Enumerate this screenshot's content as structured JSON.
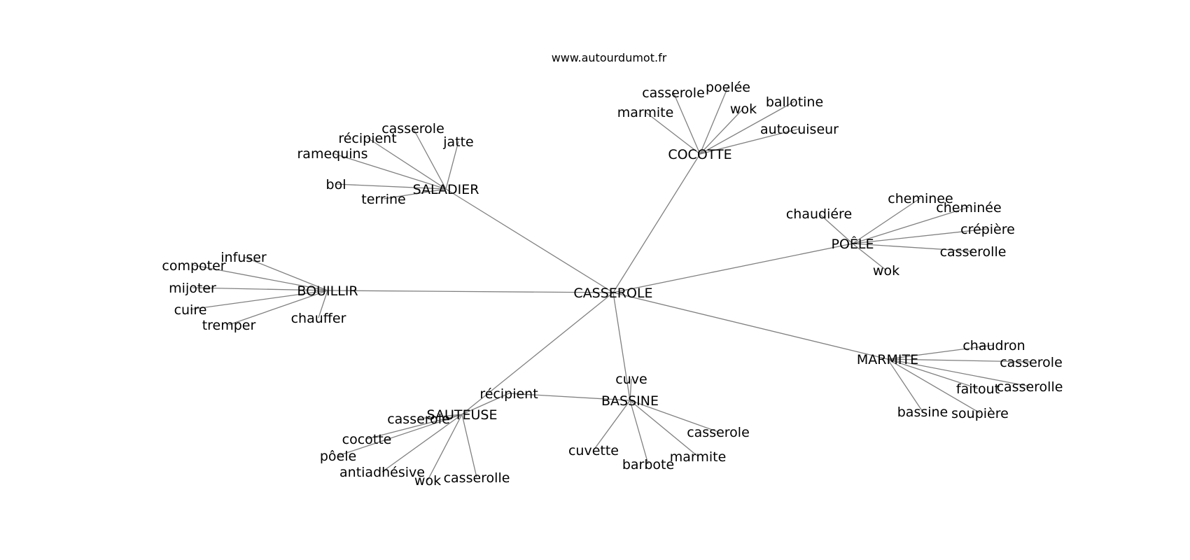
{
  "site": "www.autourdumot.fr",
  "colors": {
    "edge": "#808080",
    "text": "#000000",
    "background": "#ffffff"
  },
  "graph": {
    "nodes": [
      {
        "id": "casserole_root",
        "label": "CASSEROLE"
      },
      {
        "id": "cocotte",
        "label": "COCOTTE"
      },
      {
        "id": "saladier",
        "label": "SALADIER"
      },
      {
        "id": "poele_hub",
        "label": "POÊLE"
      },
      {
        "id": "bouillir",
        "label": "BOUILLIR"
      },
      {
        "id": "marmite_hub",
        "label": "MARMITE"
      },
      {
        "id": "bassine_hub",
        "label": "BASSINE"
      },
      {
        "id": "sauteuse",
        "label": "SAUTEUSE"
      },
      {
        "id": "recipient_link",
        "label": "récipient"
      },
      {
        "id": "coc_marmite",
        "label": "marmite"
      },
      {
        "id": "coc_casserole",
        "label": "casserole"
      },
      {
        "id": "coc_poelee",
        "label": "poelée"
      },
      {
        "id": "coc_wok",
        "label": "wok"
      },
      {
        "id": "coc_ballotine",
        "label": "ballotine"
      },
      {
        "id": "coc_autocuiseur",
        "label": "autocuiseur"
      },
      {
        "id": "sal_casserole",
        "label": "casserole"
      },
      {
        "id": "sal_recipient",
        "label": "récipient"
      },
      {
        "id": "sal_jatte",
        "label": "jatte"
      },
      {
        "id": "sal_ramequins",
        "label": "ramequins"
      },
      {
        "id": "sal_bol",
        "label": "bol"
      },
      {
        "id": "sal_terrine",
        "label": "terrine"
      },
      {
        "id": "poe_chaudiere",
        "label": "chaudiére"
      },
      {
        "id": "poe_cheminee1",
        "label": "cheminee"
      },
      {
        "id": "poe_cheminee2",
        "label": "cheminée"
      },
      {
        "id": "poe_crepiere",
        "label": "crépière"
      },
      {
        "id": "poe_casserolle",
        "label": "casserolle"
      },
      {
        "id": "poe_wok",
        "label": "wok"
      },
      {
        "id": "bou_infuser",
        "label": "infuser"
      },
      {
        "id": "bou_compoter",
        "label": "compoter"
      },
      {
        "id": "bou_mijoter",
        "label": "mijoter"
      },
      {
        "id": "bou_cuire",
        "label": "cuire"
      },
      {
        "id": "bou_tremper",
        "label": "tremper"
      },
      {
        "id": "bou_chauffer",
        "label": "chauffer"
      },
      {
        "id": "mar_chaudron",
        "label": "chaudron"
      },
      {
        "id": "mar_casserole",
        "label": "casserole"
      },
      {
        "id": "mar_casserolle",
        "label": "casserolle"
      },
      {
        "id": "mar_faitout",
        "label": "faitout"
      },
      {
        "id": "mar_soupiere",
        "label": "soupière"
      },
      {
        "id": "mar_bassine",
        "label": "bassine"
      },
      {
        "id": "bas_cuve",
        "label": "cuve"
      },
      {
        "id": "bas_casserole",
        "label": "casserole"
      },
      {
        "id": "bas_marmite",
        "label": "marmite"
      },
      {
        "id": "bas_barbote",
        "label": "barbote"
      },
      {
        "id": "bas_cuvette",
        "label": "cuvette"
      },
      {
        "id": "sau_casserole",
        "label": "casserole"
      },
      {
        "id": "sau_cocotte",
        "label": "cocotte"
      },
      {
        "id": "sau_poele",
        "label": "pôele"
      },
      {
        "id": "sau_antiadhesive",
        "label": "antiadhésive"
      },
      {
        "id": "sau_wok",
        "label": "wok"
      },
      {
        "id": "sau_casserolle",
        "label": "casserolle"
      }
    ],
    "edges": [
      [
        "casserole_root",
        "cocotte"
      ],
      [
        "casserole_root",
        "saladier"
      ],
      [
        "casserole_root",
        "poele_hub"
      ],
      [
        "casserole_root",
        "bouillir"
      ],
      [
        "casserole_root",
        "marmite_hub"
      ],
      [
        "casserole_root",
        "bassine_hub"
      ],
      [
        "casserole_root",
        "sauteuse"
      ],
      [
        "recipient_link",
        "sauteuse"
      ],
      [
        "recipient_link",
        "bassine_hub"
      ],
      [
        "cocotte",
        "coc_marmite"
      ],
      [
        "cocotte",
        "coc_casserole"
      ],
      [
        "cocotte",
        "coc_poelee"
      ],
      [
        "cocotte",
        "coc_wok"
      ],
      [
        "cocotte",
        "coc_ballotine"
      ],
      [
        "cocotte",
        "coc_autocuiseur"
      ],
      [
        "saladier",
        "sal_casserole"
      ],
      [
        "saladier",
        "sal_recipient"
      ],
      [
        "saladier",
        "sal_jatte"
      ],
      [
        "saladier",
        "sal_ramequins"
      ],
      [
        "saladier",
        "sal_bol"
      ],
      [
        "saladier",
        "sal_terrine"
      ],
      [
        "poele_hub",
        "poe_chaudiere"
      ],
      [
        "poele_hub",
        "poe_cheminee1"
      ],
      [
        "poele_hub",
        "poe_cheminee2"
      ],
      [
        "poele_hub",
        "poe_crepiere"
      ],
      [
        "poele_hub",
        "poe_casserolle"
      ],
      [
        "poele_hub",
        "poe_wok"
      ],
      [
        "bouillir",
        "bou_infuser"
      ],
      [
        "bouillir",
        "bou_compoter"
      ],
      [
        "bouillir",
        "bou_mijoter"
      ],
      [
        "bouillir",
        "bou_cuire"
      ],
      [
        "bouillir",
        "bou_tremper"
      ],
      [
        "bouillir",
        "bou_chauffer"
      ],
      [
        "marmite_hub",
        "mar_chaudron"
      ],
      [
        "marmite_hub",
        "mar_casserole"
      ],
      [
        "marmite_hub",
        "mar_casserolle"
      ],
      [
        "marmite_hub",
        "mar_faitout"
      ],
      [
        "marmite_hub",
        "mar_soupiere"
      ],
      [
        "marmite_hub",
        "mar_bassine"
      ],
      [
        "bassine_hub",
        "bas_cuve"
      ],
      [
        "bassine_hub",
        "bas_casserole"
      ],
      [
        "bassine_hub",
        "bas_marmite"
      ],
      [
        "bassine_hub",
        "bas_barbote"
      ],
      [
        "bassine_hub",
        "bas_cuvette"
      ],
      [
        "sauteuse",
        "sau_casserole"
      ],
      [
        "sauteuse",
        "sau_cocotte"
      ],
      [
        "sauteuse",
        "sau_poele"
      ],
      [
        "sauteuse",
        "sau_antiadhesive"
      ],
      [
        "sauteuse",
        "sau_wok"
      ],
      [
        "sauteuse",
        "sau_casserolle"
      ]
    ]
  }
}
